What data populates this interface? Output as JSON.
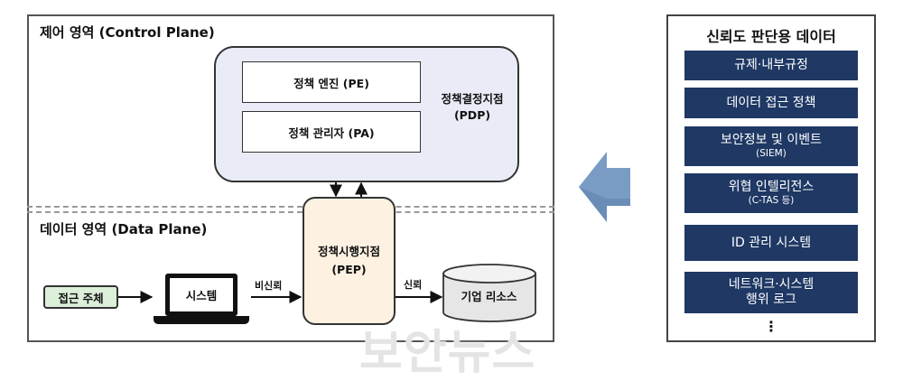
{
  "control_plane": {
    "label": "제어 영역 (Control Plane)"
  },
  "data_plane": {
    "label": "데이터 영역 (Data Plane)"
  },
  "pdp": {
    "label_line1": "정책결정지점",
    "label_line2": "(PDP)",
    "policy_engine": "정책 엔진 (PE)",
    "policy_admin": "정책 관리자 (PA)"
  },
  "pep": {
    "label_line1": "정책시행지점",
    "label_line2": "(PEP)"
  },
  "subject": {
    "label": "접근 주체"
  },
  "system": {
    "label": "시스템"
  },
  "untrusted_label": "비신뢰",
  "trusted_label": "신뢰",
  "enterprise_resource": {
    "label": "기업 리소스"
  },
  "trust_data": {
    "title": "신뢰도 판단용 데이터",
    "items": [
      {
        "title": "규제·내부규정",
        "subtitle": ""
      },
      {
        "title": "데이터 접근 정책",
        "subtitle": ""
      },
      {
        "title": "보안정보 및 이벤트",
        "subtitle": "(SIEM)"
      },
      {
        "title": "위협 인텔리전스",
        "subtitle": "(C-TAS 등)"
      },
      {
        "title": "ID 관리 시스템",
        "subtitle": ""
      },
      {
        "title": "네트워크·시스템",
        "subtitle": "행위 로그"
      }
    ],
    "more": "⋮"
  },
  "watermark": "보안뉴스",
  "colors": {
    "pdp_fill": "#e9ecf6",
    "pep_fill": "#fdf1e2",
    "subject_fill": "#dcefd9",
    "data_item_fill": "#1f3864",
    "arrow_fill": "#7a9cc4",
    "resource_fill": "#e6e6e6"
  }
}
